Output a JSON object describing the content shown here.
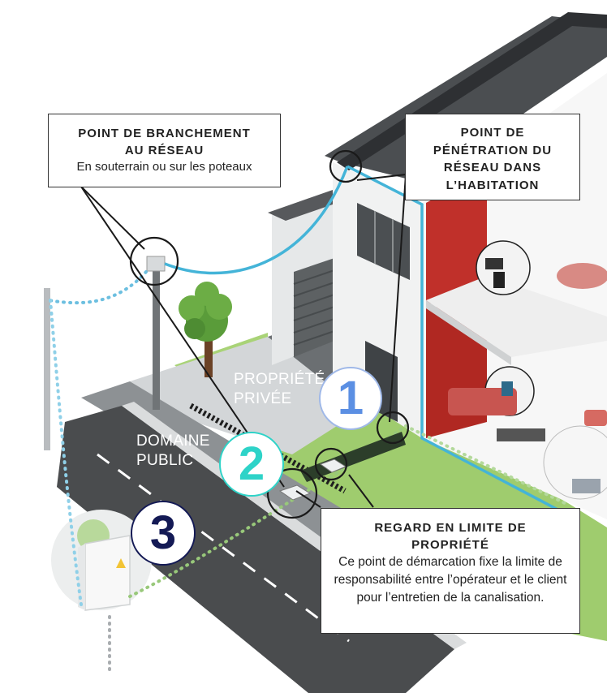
{
  "callouts": {
    "branchement": {
      "title": "POINT DE BRANCHEMENT AU RÉSEAU",
      "subtitle": "En souterrain ou sur les poteaux"
    },
    "penetration": {
      "title": "POINT DE PÉNÉTRATION DU RÉSEAU DANS L’HABITATION"
    },
    "regard": {
      "title": "REGARD EN LIMITE DE PROPRIÉTÉ",
      "text": "Ce point de démarcation fixe la limite de responsabilité entre l’opérateur et le client pour l’entretien de la canalisation."
    }
  },
  "zones": {
    "private": "PROPRIÉTÉ PRIVÉE",
    "public": "DOMAINE PUBLIC"
  },
  "badges": {
    "one": "1",
    "two": "2",
    "three": "3"
  },
  "colors": {
    "badge_one": "#5b8fe3",
    "badge_two": "#2ed3c8",
    "badge_three": "#141a55",
    "fiber": "#44b4d8",
    "red_wall": "#c0302a",
    "grass": "#8cc063",
    "road": "#4a4c4e"
  }
}
